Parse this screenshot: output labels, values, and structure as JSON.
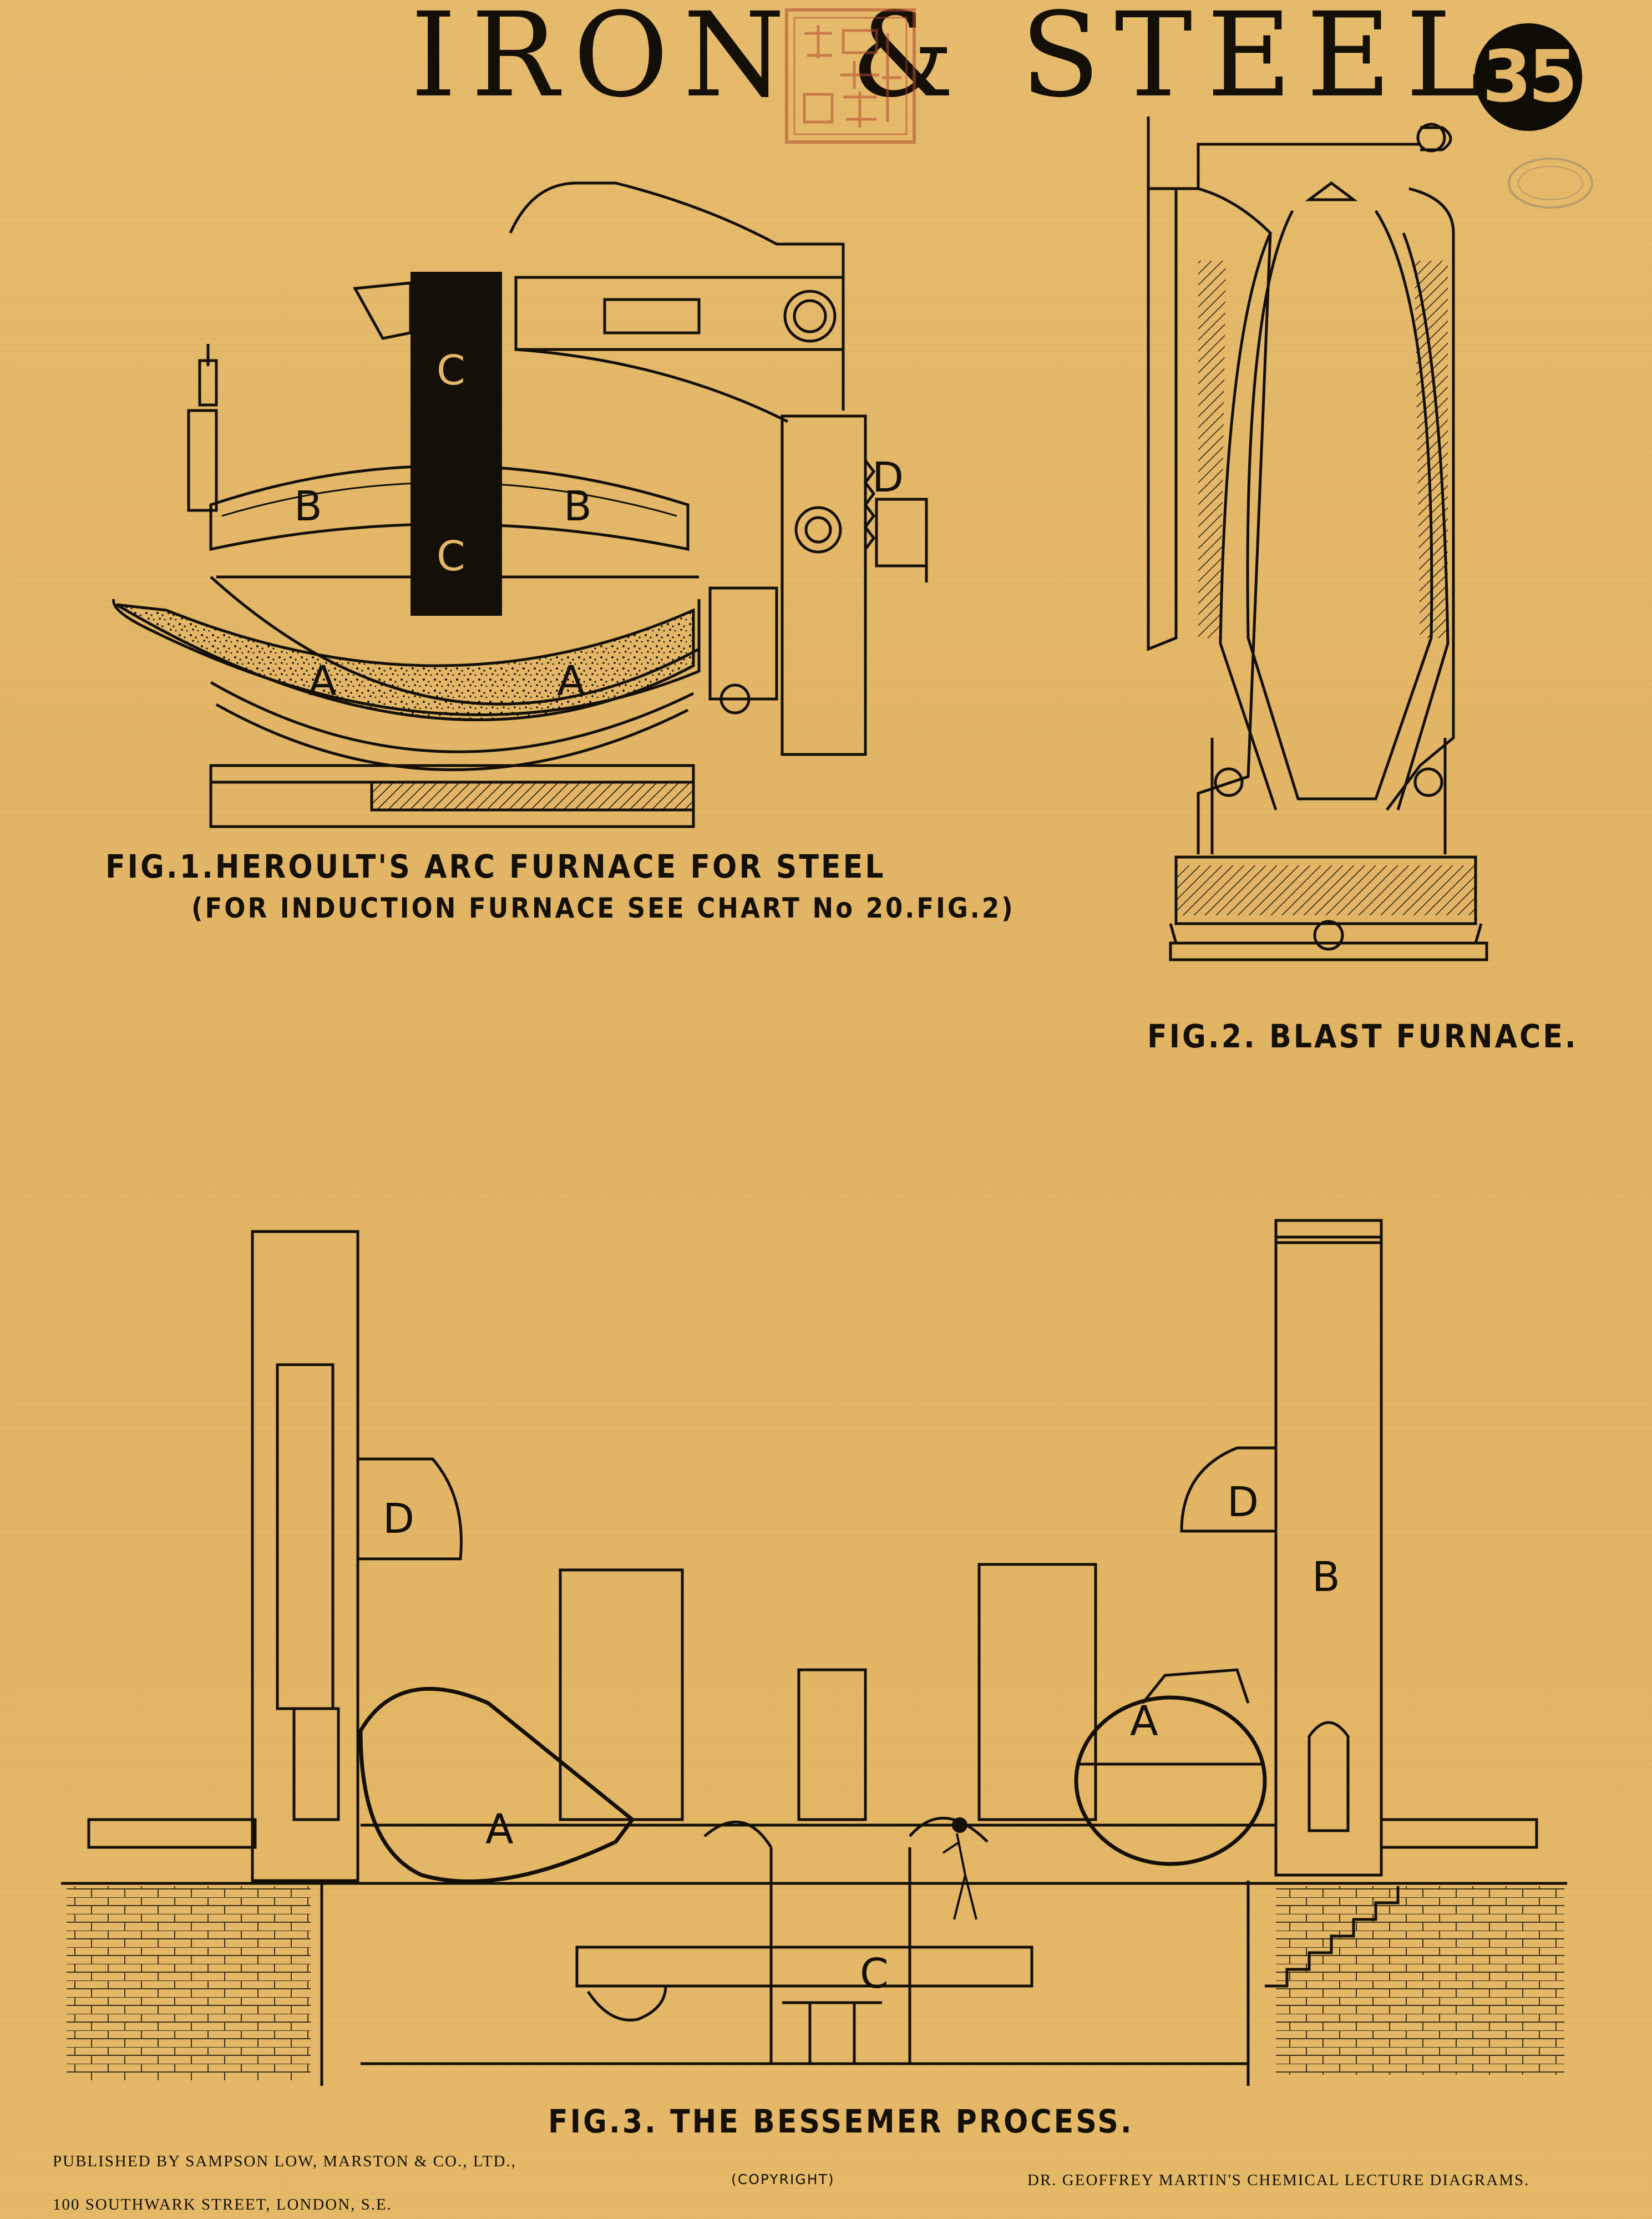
{
  "header": {
    "title": "IRON & STEEL",
    "chart_number": "35"
  },
  "fig1": {
    "caption": "FIG.1.HEROULT'S ARC FURNACE FOR STEEL",
    "subcaption": "(FOR INDUCTION FURNACE SEE CHART No 20.FIG.2)",
    "labels": {
      "a": "A",
      "b": "B",
      "c": "C",
      "d": "D"
    }
  },
  "fig2": {
    "caption": "FIG.2. BLAST FURNACE."
  },
  "fig3": {
    "caption": "FIG.3. THE BESSEMER PROCESS.",
    "labels": {
      "a": "A",
      "b": "B",
      "c": "C",
      "d": "D"
    }
  },
  "footer": {
    "publisher": "PUBLISHED BY SAMPSON LOW, MARSTON & CO., LTD.,",
    "address": "100 SOUTHWARK STREET, LONDON, S.E.",
    "copyright": "(COPYRIGHT)",
    "series": "DR. GEOFFREY MARTIN'S CHEMICAL LECTURE DIAGRAMS."
  },
  "colors": {
    "paper": "#e3b667",
    "ink": "#141008",
    "seal": "#b34a2a"
  }
}
